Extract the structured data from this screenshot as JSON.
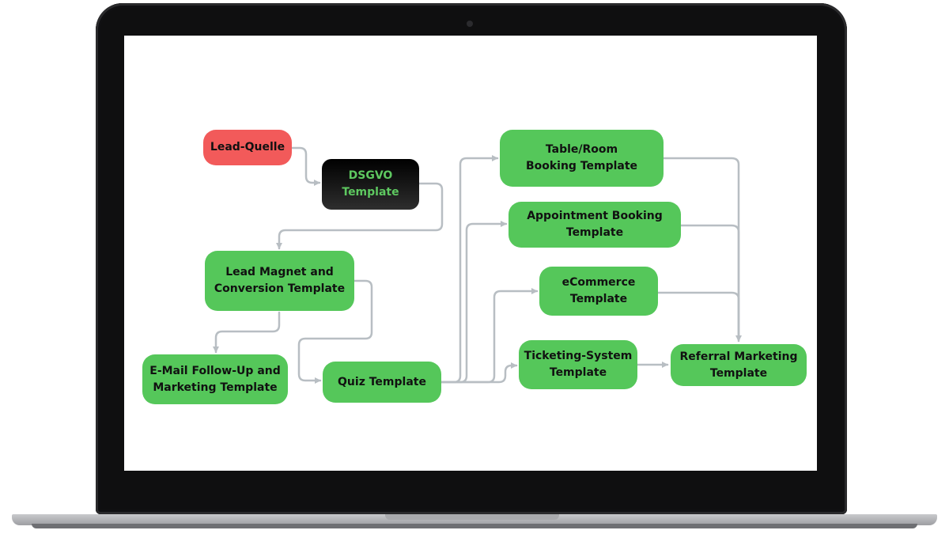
{
  "diagram": {
    "colors": {
      "node_green": "#55c75a",
      "node_red": "#f25a5a",
      "node_dark": "#111111",
      "dark_node_text": "#5ec860",
      "connector": "#b8bec3"
    },
    "nodes": {
      "lead_quelle": "Lead-Quelle",
      "dsgvo": "DSGVO\nTemplate",
      "lead_magnet": "Lead Magnet and\nConversion Template",
      "email_followup": "E-Mail Follow-Up and\nMarketing Template",
      "quiz": "Quiz Template",
      "table_room": "Table/Room\nBooking Template",
      "appointment": "Appointment Booking\nTemplate",
      "ecommerce": "eCommerce\nTemplate",
      "ticketing": "Ticketing-System\nTemplate",
      "referral": "Referral Marketing\nTemplate"
    },
    "edges": [
      {
        "from": "Lead-Quelle",
        "to": "DSGVO Template"
      },
      {
        "from": "DSGVO Template",
        "to": "Lead Magnet and Conversion Template"
      },
      {
        "from": "Lead Magnet and Conversion Template",
        "to": "E-Mail Follow-Up and Marketing Template"
      },
      {
        "from": "Lead Magnet and Conversion Template",
        "to": "Quiz Template"
      },
      {
        "from": "Quiz Template",
        "to": "Table/Room Booking Template"
      },
      {
        "from": "Quiz Template",
        "to": "Appointment Booking Template"
      },
      {
        "from": "Quiz Template",
        "to": "eCommerce Template"
      },
      {
        "from": "Quiz Template",
        "to": "Ticketing-System Template"
      },
      {
        "from": "Table/Room Booking Template",
        "to": "Referral Marketing Template"
      },
      {
        "from": "Appointment Booking Template",
        "to": "Referral Marketing Template"
      },
      {
        "from": "eCommerce Template",
        "to": "Referral Marketing Template"
      },
      {
        "from": "Ticketing-System Template",
        "to": "Referral Marketing Template"
      }
    ]
  }
}
